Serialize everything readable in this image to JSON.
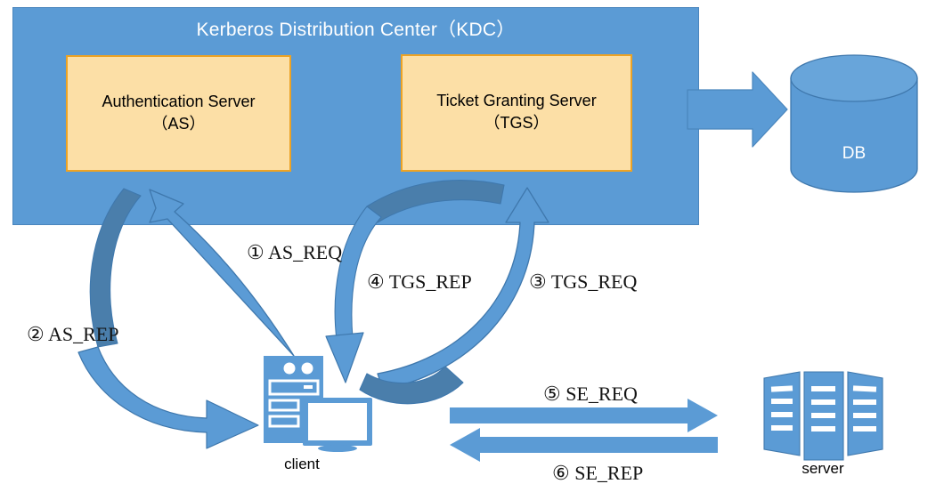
{
  "diagram": {
    "title": "Kerberos authentication flow",
    "colors": {
      "kdc_blue": "#5B9BD5",
      "box_yellow": "#FCDFA6",
      "box_border_orange": "#EDA324",
      "arrow_light_blue": "#5B9BD5",
      "arrow_dark_blue": "#4A7EAB",
      "text_white": "#FFFFFF",
      "text_black": "#121212"
    }
  },
  "kdc": {
    "title": "Kerberos Distribution Center（KDC）",
    "servers": [
      {
        "name": "authentication-server",
        "line1": "Authentication Server",
        "line2": "（AS）"
      },
      {
        "name": "ticket-granting-server",
        "line1": "Ticket Granting Server",
        "line2": "（TGS）"
      }
    ]
  },
  "database": {
    "label": "DB"
  },
  "endpoints": {
    "client": "client",
    "server": "server"
  },
  "steps": [
    {
      "id": 1,
      "label": "① AS_REQ",
      "from": "client",
      "to": "AS",
      "kind": "request"
    },
    {
      "id": 2,
      "label": "② AS_REP",
      "from": "AS",
      "to": "client",
      "kind": "reply"
    },
    {
      "id": 3,
      "label": "③ TGS_REQ",
      "from": "client",
      "to": "TGS",
      "kind": "request"
    },
    {
      "id": 4,
      "label": "④ TGS_REP",
      "from": "TGS",
      "to": "client",
      "kind": "reply"
    },
    {
      "id": 5,
      "label": "⑤ SE_REQ",
      "from": "client",
      "to": "server",
      "kind": "request"
    },
    {
      "id": 6,
      "label": "⑥ SE_REP",
      "from": "server",
      "to": "client",
      "kind": "reply"
    }
  ]
}
